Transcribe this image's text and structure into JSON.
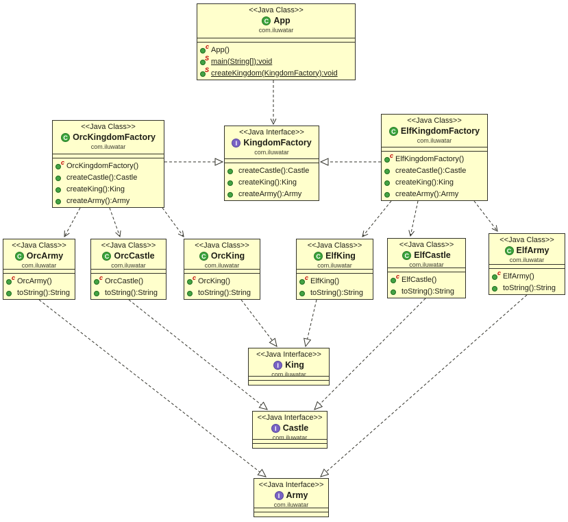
{
  "diagram": {
    "title": "Abstract Factory UML class diagram",
    "colors": {
      "box_fill": "#FFFFCC",
      "box_border": "#32322A",
      "class_icon": "#3DA53D",
      "interface_icon": "#7A63C4",
      "method_icon": "#44A344",
      "modifier": "#C00000",
      "background": "#FFFFFF"
    },
    "icons": {
      "class_badge": "C",
      "interface_badge": "I",
      "method_dot": "green-circle"
    }
  },
  "classes": [
    {
      "id": "app",
      "kind": "class",
      "stereotype": "<<Java Class>>",
      "badge": "C",
      "name": "App",
      "package": "com.iluwatar",
      "methods": [
        {
          "label": "App()",
          "mod": "c"
        },
        {
          "label": "main(String[]):void",
          "mod": "S"
        },
        {
          "label": "createKingdom(KingdomFactory):void",
          "mod": "S"
        }
      ]
    },
    {
      "id": "orckingdomfactory",
      "kind": "class",
      "stereotype": "<<Java Class>>",
      "badge": "C",
      "name": "OrcKingdomFactory",
      "package": "com.iluwatar",
      "methods": [
        {
          "label": "OrcKingdomFactory()",
          "mod": "c"
        },
        {
          "label": "createCastle():Castle",
          "mod": ""
        },
        {
          "label": "createKing():King",
          "mod": ""
        },
        {
          "label": "createArmy():Army",
          "mod": ""
        }
      ]
    },
    {
      "id": "kingdomfactory",
      "kind": "interface",
      "stereotype": "<<Java Interface>>",
      "badge": "I",
      "name": "KingdomFactory",
      "package": "com.iluwatar",
      "methods": [
        {
          "label": "createCastle():Castle",
          "mod": ""
        },
        {
          "label": "createKing():King",
          "mod": ""
        },
        {
          "label": "createArmy():Army",
          "mod": ""
        }
      ]
    },
    {
      "id": "elfkingdomfactory",
      "kind": "class",
      "stereotype": "<<Java Class>>",
      "badge": "C",
      "name": "ElfKingdomFactory",
      "package": "com.iluwatar",
      "methods": [
        {
          "label": "ElfKingdomFactory()",
          "mod": "c"
        },
        {
          "label": "createCastle():Castle",
          "mod": ""
        },
        {
          "label": "createKing():King",
          "mod": ""
        },
        {
          "label": "createArmy():Army",
          "mod": ""
        }
      ]
    },
    {
      "id": "orcarmy",
      "kind": "class",
      "stereotype": "<<Java Class>>",
      "badge": "C",
      "name": "OrcArmy",
      "package": "com.iluwatar",
      "methods": [
        {
          "label": "OrcArmy()",
          "mod": "c"
        },
        {
          "label": "toString():String",
          "mod": ""
        }
      ]
    },
    {
      "id": "orccastle",
      "kind": "class",
      "stereotype": "<<Java Class>>",
      "badge": "C",
      "name": "OrcCastle",
      "package": "com.iluwatar",
      "methods": [
        {
          "label": "OrcCastle()",
          "mod": "c"
        },
        {
          "label": "toString():String",
          "mod": ""
        }
      ]
    },
    {
      "id": "orcking",
      "kind": "class",
      "stereotype": "<<Java Class>>",
      "badge": "C",
      "name": "OrcKing",
      "package": "com.iluwatar",
      "methods": [
        {
          "label": "OrcKing()",
          "mod": "c"
        },
        {
          "label": "toString():String",
          "mod": ""
        }
      ]
    },
    {
      "id": "elfking",
      "kind": "class",
      "stereotype": "<<Java Class>>",
      "badge": "C",
      "name": "ElfKing",
      "package": "com.iluwatar",
      "methods": [
        {
          "label": "ElfKing()",
          "mod": "c"
        },
        {
          "label": "toString():String",
          "mod": ""
        }
      ]
    },
    {
      "id": "elfcastle",
      "kind": "class",
      "stereotype": "<<Java Class>>",
      "badge": "C",
      "name": "ElfCastle",
      "package": "com.iluwatar",
      "methods": [
        {
          "label": "ElfCastle()",
          "mod": "c"
        },
        {
          "label": "toString():String",
          "mod": ""
        }
      ]
    },
    {
      "id": "elfarmy",
      "kind": "class",
      "stereotype": "<<Java Class>>",
      "badge": "C",
      "name": "ElfArmy",
      "package": "com.iluwatar",
      "methods": [
        {
          "label": "ElfArmy()",
          "mod": "c"
        },
        {
          "label": "toString():String",
          "mod": ""
        }
      ]
    },
    {
      "id": "king",
      "kind": "interface",
      "stereotype": "<<Java Interface>>",
      "badge": "I",
      "name": "King",
      "package": "com.iluwatar",
      "methods": []
    },
    {
      "id": "castle",
      "kind": "interface",
      "stereotype": "<<Java Interface>>",
      "badge": "I",
      "name": "Castle",
      "package": "com.iluwatar",
      "methods": []
    },
    {
      "id": "army",
      "kind": "interface",
      "stereotype": "<<Java Interface>>",
      "badge": "I",
      "name": "Army",
      "package": "com.iluwatar",
      "methods": []
    }
  ],
  "relations": [
    {
      "from": "App",
      "to": "KingdomFactory",
      "type": "dependency"
    },
    {
      "from": "OrcKingdomFactory",
      "to": "KingdomFactory",
      "type": "realization"
    },
    {
      "from": "ElfKingdomFactory",
      "to": "KingdomFactory",
      "type": "realization"
    },
    {
      "from": "OrcKingdomFactory",
      "to": "OrcArmy",
      "type": "dependency"
    },
    {
      "from": "OrcKingdomFactory",
      "to": "OrcCastle",
      "type": "dependency"
    },
    {
      "from": "OrcKingdomFactory",
      "to": "OrcKing",
      "type": "dependency"
    },
    {
      "from": "ElfKingdomFactory",
      "to": "ElfKing",
      "type": "dependency"
    },
    {
      "from": "ElfKingdomFactory",
      "to": "ElfCastle",
      "type": "dependency"
    },
    {
      "from": "ElfKingdomFactory",
      "to": "ElfArmy",
      "type": "dependency"
    },
    {
      "from": "OrcKing",
      "to": "King",
      "type": "realization"
    },
    {
      "from": "ElfKing",
      "to": "King",
      "type": "realization"
    },
    {
      "from": "OrcCastle",
      "to": "Castle",
      "type": "realization"
    },
    {
      "from": "ElfCastle",
      "to": "Castle",
      "type": "realization"
    },
    {
      "from": "OrcArmy",
      "to": "Army",
      "type": "realization"
    },
    {
      "from": "ElfArmy",
      "to": "Army",
      "type": "realization"
    }
  ]
}
